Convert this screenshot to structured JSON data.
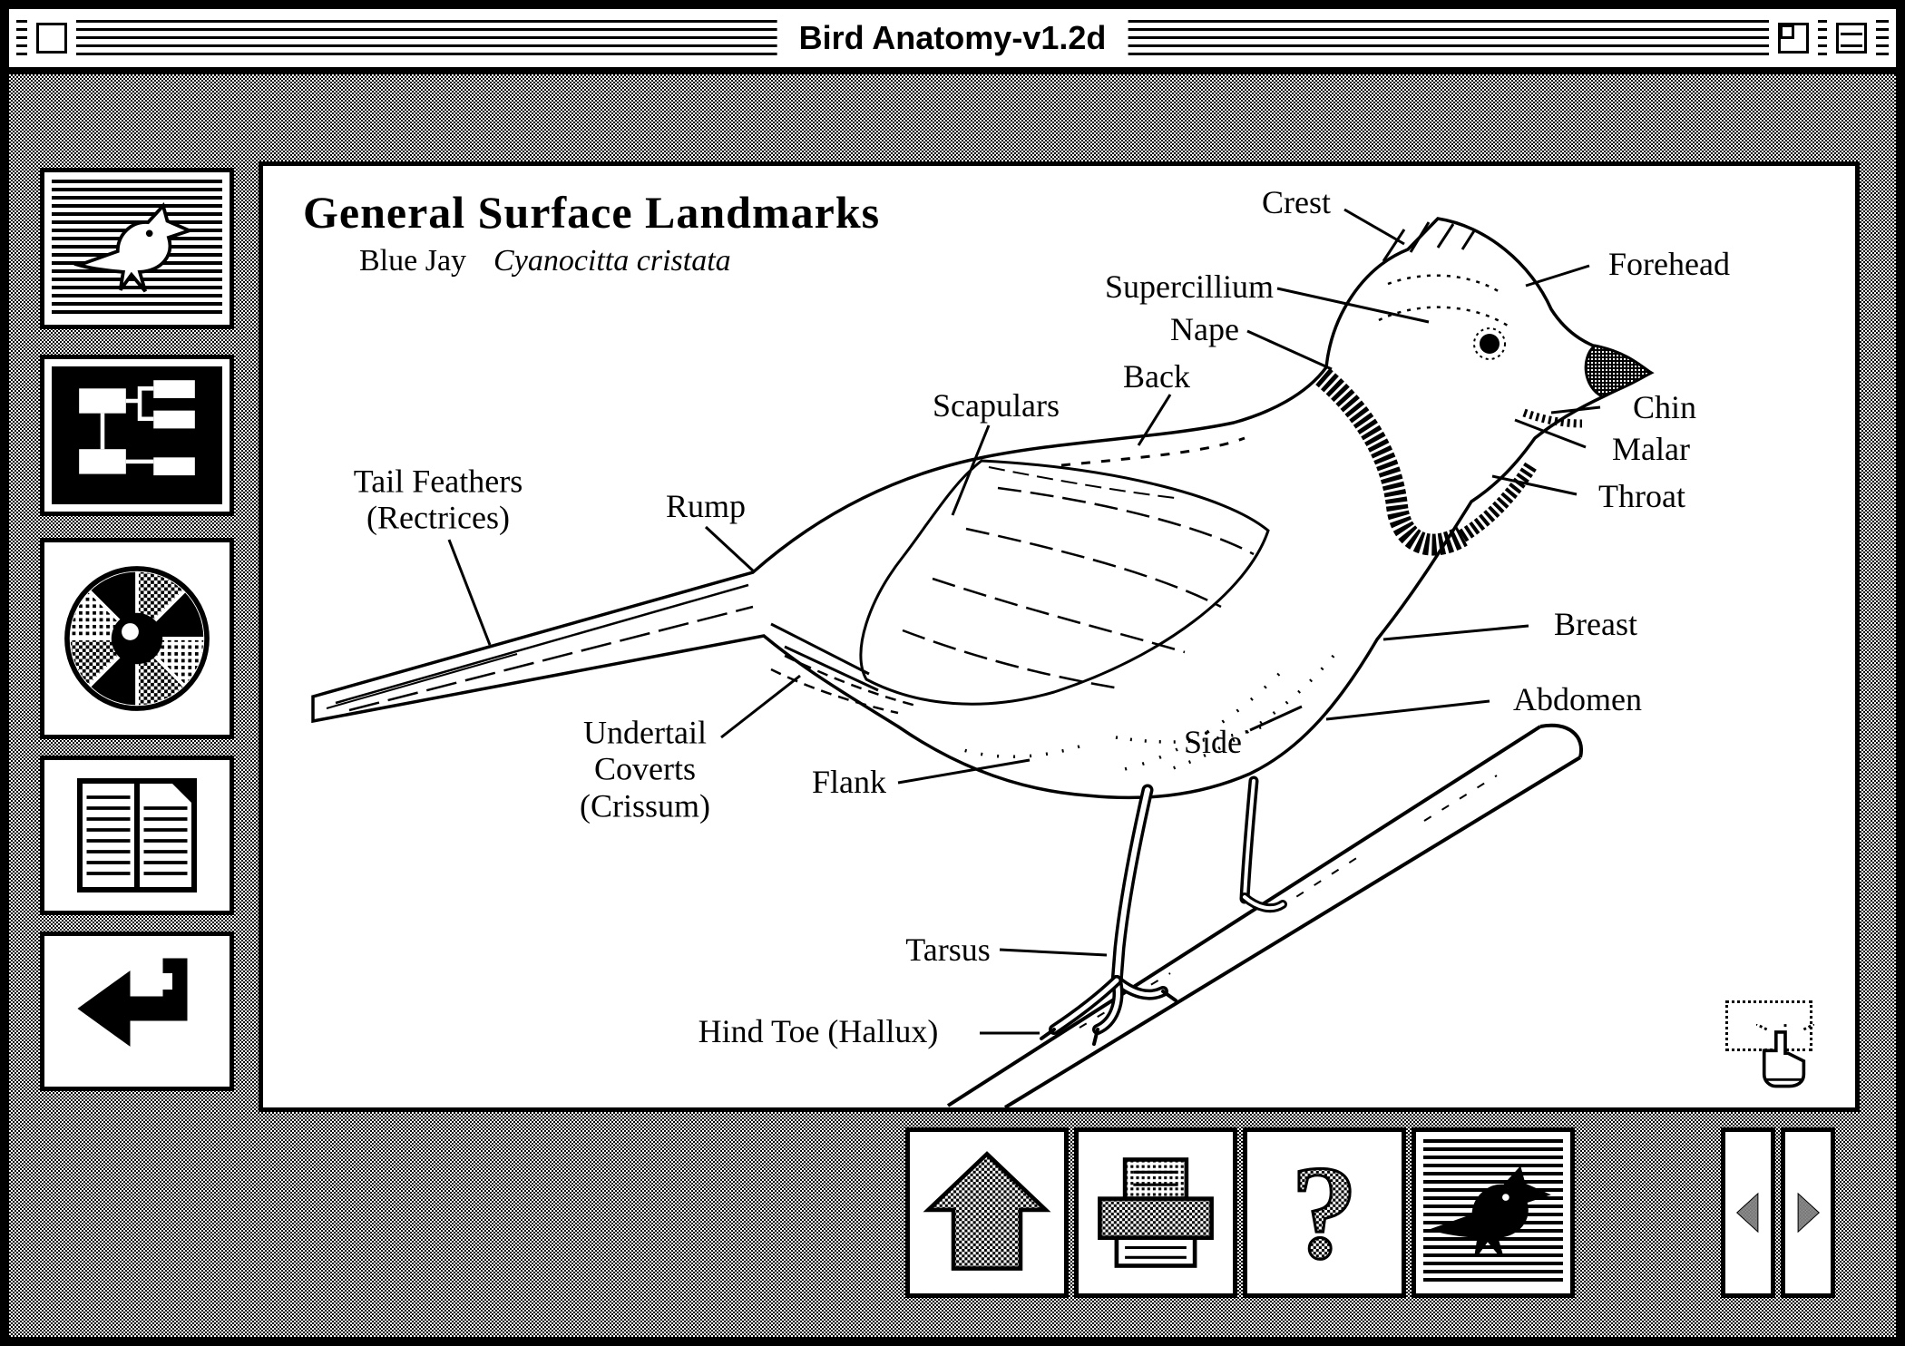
{
  "window": {
    "title": "Bird Anatomy-v1.2d",
    "controls": [
      "close-box",
      "zoom-box",
      "collapse-box"
    ]
  },
  "diagram": {
    "title": "General Surface Landmarks",
    "species_common": "Blue Jay",
    "species_scientific": "Cyanocitta cristata",
    "labels": [
      "Crest",
      "Forehead",
      "Supercillium",
      "Nape",
      "Back",
      "Scapulars",
      "Chin",
      "Malar",
      "Throat",
      "Tail Feathers\n(Rectrices)",
      "Rump",
      "Breast",
      "Abdomen",
      "Side",
      "Undertail\nCoverts\n(Crissum)",
      "Flank",
      "Tarsus",
      "Hind Toe (Hallux)"
    ]
  },
  "sidebar": {
    "buttons": [
      {
        "icon": "bird-icon"
      },
      {
        "icon": "flowchart-icon"
      },
      {
        "icon": "color-wheel-icon"
      },
      {
        "icon": "book-pages-icon"
      },
      {
        "icon": "return-arrow-icon"
      }
    ]
  },
  "toolbar": {
    "buttons": [
      {
        "icon": "home-arrow-up-icon"
      },
      {
        "icon": "printer-icon"
      },
      {
        "icon": "question-mark-icon",
        "glyph": "?"
      },
      {
        "icon": "bird-silhouette-icon"
      },
      {
        "icon": "left-arrow-icon"
      },
      {
        "icon": "right-arrow-icon"
      }
    ]
  },
  "cursor": {
    "icon": "pointing-hand-cursor"
  },
  "colors": {
    "ink": "#000000",
    "paper": "#ffffff"
  }
}
